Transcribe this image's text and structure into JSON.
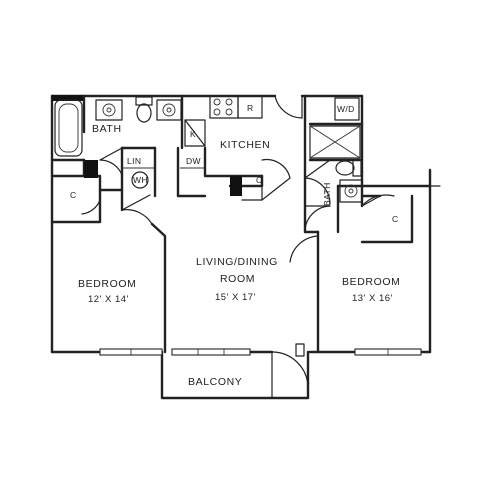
{
  "rooms": {
    "bath_left": {
      "label": "BATH"
    },
    "kitchen": {
      "label": "KITCHEN"
    },
    "linen": {
      "label": "LIN"
    },
    "dishwasher": {
      "label": "DW"
    },
    "water_heater": {
      "label": "WH"
    },
    "refrigerator": {
      "label": "R"
    },
    "washer_dryer": {
      "label": "W/D"
    },
    "bath_right": {
      "label": "BATH"
    },
    "closet_left": {
      "label": "C"
    },
    "closet_kitchen": {
      "label": "C"
    },
    "closet_right": {
      "label": "C"
    },
    "bedroom_left": {
      "label": "BEDROOM",
      "dimensions": "12' X 14'"
    },
    "living": {
      "label_line1": "LIVING/DINING",
      "label_line2": "ROOM",
      "dimensions": "15' X 17'"
    },
    "bedroom_right": {
      "label": "BEDROOM",
      "dimensions": "13' X 16'"
    },
    "balcony": {
      "label": "BALCONY"
    }
  }
}
